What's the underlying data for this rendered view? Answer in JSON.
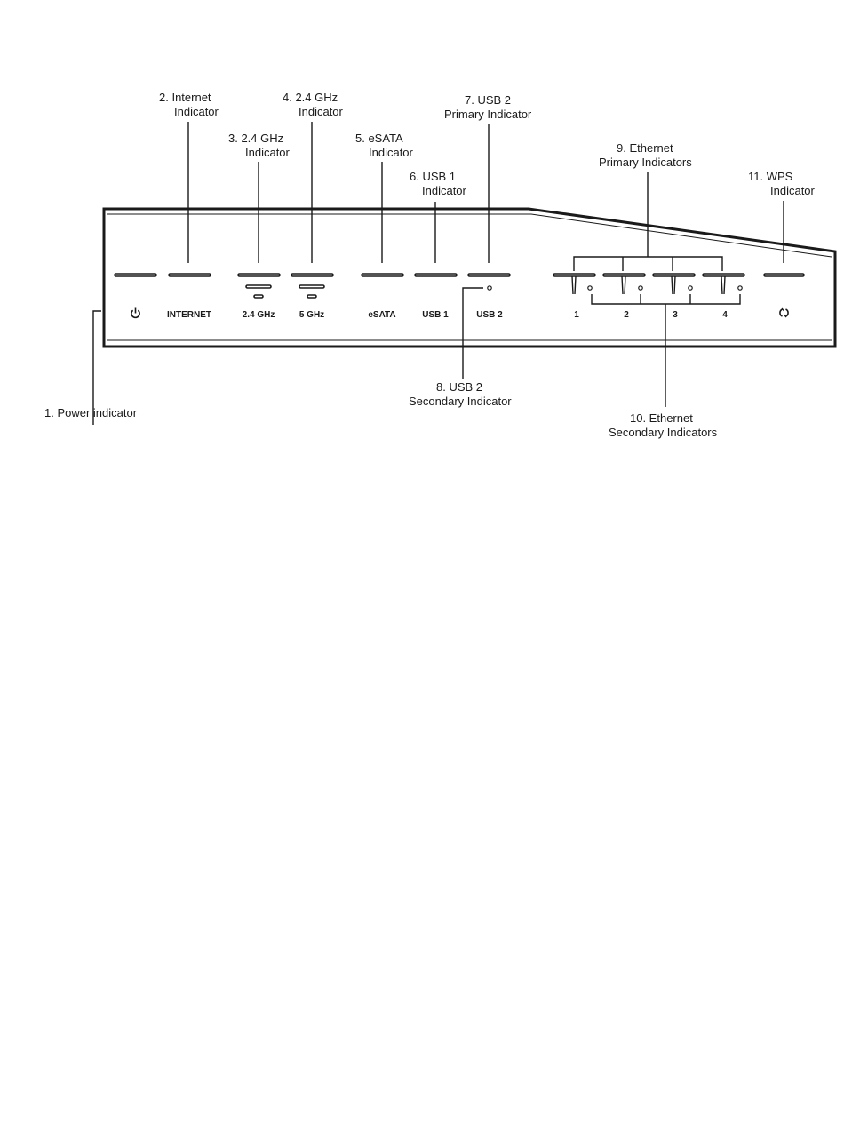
{
  "callouts": {
    "power": [
      "1.  Power indicator"
    ],
    "internet": [
      "2.  Internet",
      "Indicator"
    ],
    "wifi24": [
      "3.  2.4 GHz",
      "Indicator"
    ],
    "wifi5": [
      "4.  2.4 GHz",
      "Indicator"
    ],
    "esata": [
      "5.  eSATA",
      "Indicator"
    ],
    "usb1": [
      "6.  USB 1",
      "Indicator"
    ],
    "usb2_primary": [
      "7.  USB 2",
      "Primary Indicator"
    ],
    "usb2_secondary": [
      "8.  USB 2",
      "Secondary Indicator"
    ],
    "eth_primary": [
      "9.  Ethernet",
      "Primary Indicators"
    ],
    "eth_secondary": [
      "10.  Ethernet",
      "Secondary Indicators"
    ],
    "wps": [
      "11.  WPS",
      "Indicator"
    ]
  },
  "panel_labels": {
    "power_symbol": "⏻",
    "internet": "INTERNET",
    "wifi24": "2.4 GHz",
    "wifi5": "5 GHz",
    "esata": "eSATA",
    "usb1": "USB 1",
    "usb2": "USB 2",
    "eth1": "1",
    "eth2": "2",
    "eth3": "3",
    "eth4": "4",
    "wps_symbol": "↺"
  },
  "icons": {
    "power": "power-icon",
    "wps": "wps-icon"
  },
  "colors": {
    "line": "#1a1a1a",
    "background": "#ffffff"
  }
}
